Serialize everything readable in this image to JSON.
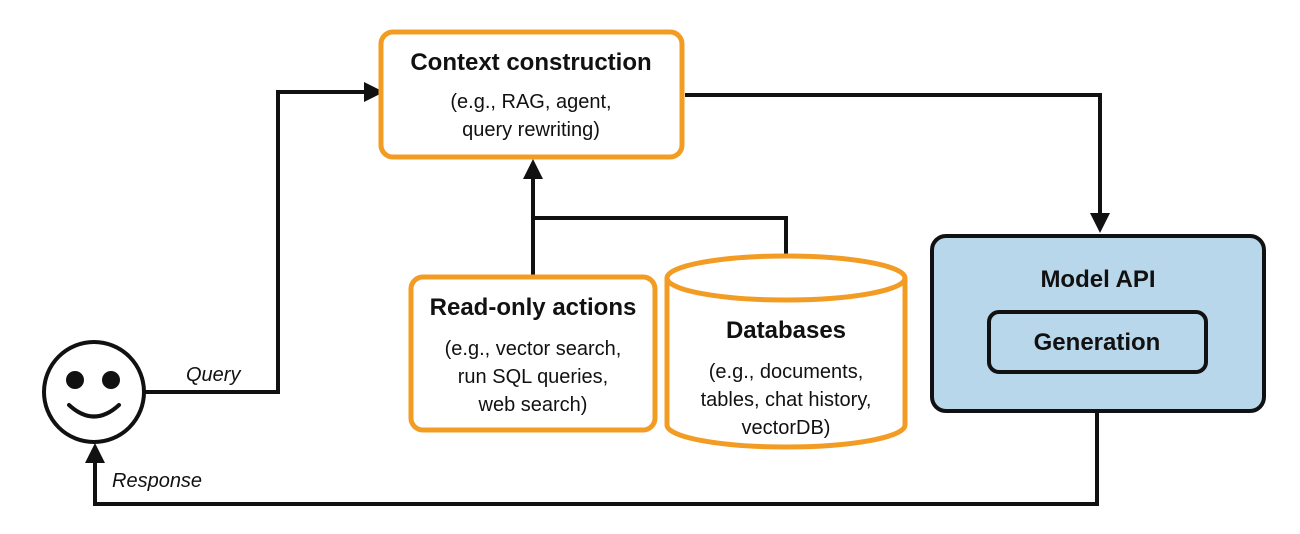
{
  "context": {
    "title": "Context construction",
    "sub1": "(e.g., RAG, agent,",
    "sub2": "query rewriting)"
  },
  "actions": {
    "title": "Read-only actions",
    "sub1": "(e.g., vector search,",
    "sub2": "run SQL queries,",
    "sub3": "web search)"
  },
  "databases": {
    "title": "Databases",
    "sub1": "(e.g., documents,",
    "sub2": "tables, chat history,",
    "sub3": "vectorDB)"
  },
  "model": {
    "title": "Model API",
    "inner": "Generation"
  },
  "edges": {
    "query": "Query",
    "response": "Response"
  },
  "colors": {
    "orange": "#F39C24",
    "blue_fill": "#B9D7EA",
    "stroke": "#111111"
  },
  "icons": {
    "user": "smiley-face-icon"
  }
}
